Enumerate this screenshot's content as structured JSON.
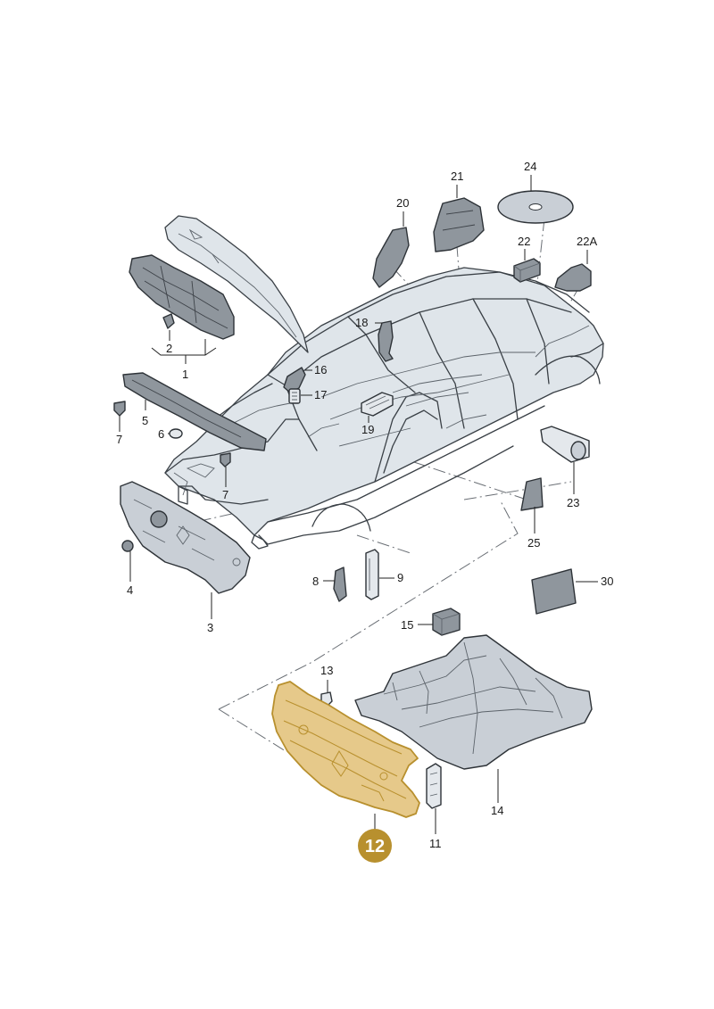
{
  "labels": {
    "l1": "1",
    "l2": "2",
    "l3": "3",
    "l4": "4",
    "l5": "5",
    "l6": "6",
    "l7a": "7",
    "l7b": "7",
    "l8": "8",
    "l9": "9",
    "l11": "11",
    "l13": "13",
    "l14": "14",
    "l15": "15",
    "l16": "16",
    "l17": "17",
    "l18": "18",
    "l19": "19",
    "l20": "20",
    "l21": "21",
    "l22": "22",
    "l22a": "22A",
    "l23": "23",
    "l24": "24",
    "l25": "25",
    "l30": "30"
  },
  "highlight": {
    "label": "12",
    "color": "#b8902e",
    "fill": "#e6c98a"
  }
}
